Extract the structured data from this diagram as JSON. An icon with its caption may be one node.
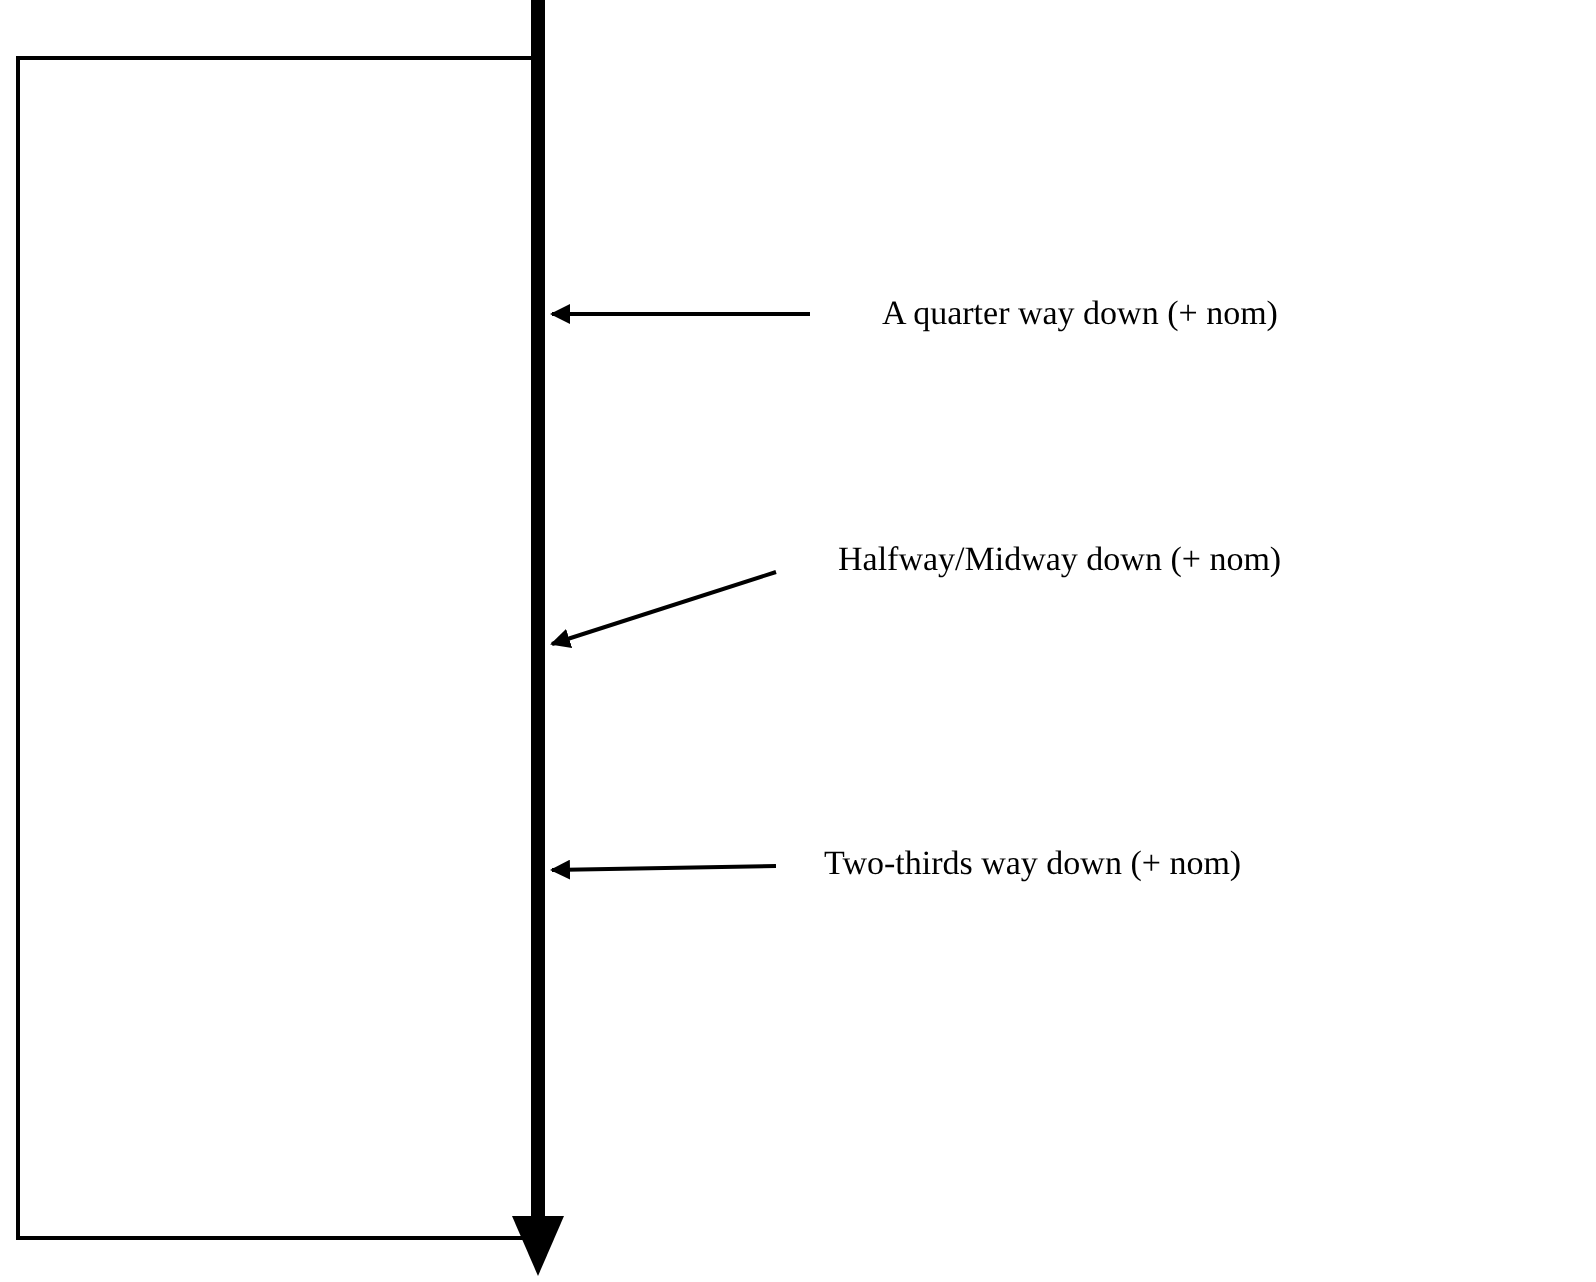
{
  "diagram": {
    "nodes": [
      {
        "text": [],
        "shape": "box"
      },
      {
        "text": [
          "A quarter way down (+ nom)"
        ]
      },
      {
        "text": [
          "Halfway/Midway down (+ nom)"
        ]
      },
      {
        "text": [
          "Two-thirds way down (+ nom)"
        ]
      }
    ],
    "edges": [
      {
        "from": 1,
        "to": 0,
        "arrow": "to"
      },
      {
        "from": 2,
        "to": 0,
        "arrow": "to"
      },
      {
        "from": 3,
        "to": 0,
        "arrow": "to"
      }
    ]
  }
}
